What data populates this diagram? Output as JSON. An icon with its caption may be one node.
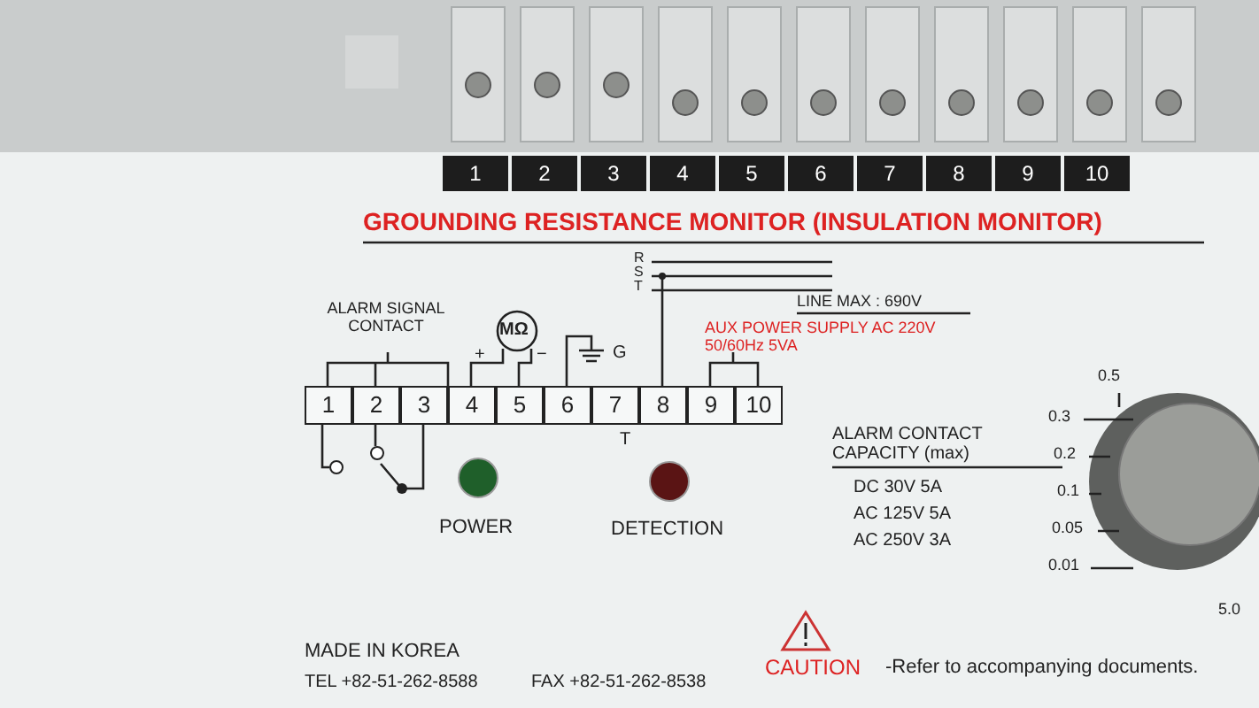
{
  "diagram": {
    "title": "GROUNDING RESISTANCE MONITOR (INSULATION MONITOR)",
    "labels": [
      "1",
      "2",
      "3",
      "4",
      "5",
      "6",
      "7",
      "8",
      "9",
      "10",
      "R",
      "S",
      "T",
      "ALARM SIGNAL CONTACT",
      "MΩ",
      "+",
      "−",
      "G",
      "LINE MAX : 690V",
      "AUX POWER SUPPLY AC 220V 50/60Hz 5VA",
      "1",
      "2",
      "3",
      "4",
      "5",
      "6",
      "7",
      "8",
      "9",
      "10",
      "T",
      "0.5",
      "0.3",
      "0.2",
      "0.1",
      "0.05",
      "0.01",
      "5.0",
      "ALARM CONTACT CAPACITY (max)",
      "DC 30V 5A",
      "AC 125V 5A",
      "AC 250V 3A",
      "POWER",
      "DETECTION",
      "MADE IN KOREA",
      "CAUTION",
      "-Refer to accompanying documents.",
      "TEL +82-51-262-8588",
      "FAX +82-51-262-8538"
    ]
  }
}
